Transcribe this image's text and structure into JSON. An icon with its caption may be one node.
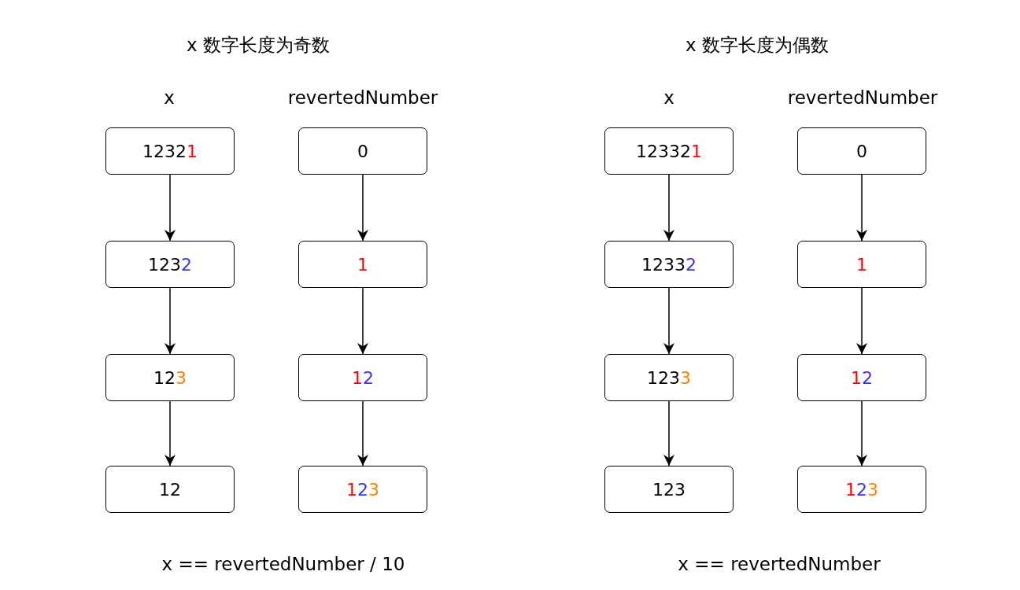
{
  "diagram": {
    "nodes": [
      {
        "text": [
          "12321"
        ]
      },
      {
        "text": [
          "1232"
        ]
      },
      {
        "text": [
          "123"
        ]
      },
      {
        "text": [
          "12"
        ]
      },
      {
        "text": [
          "0"
        ]
      },
      {
        "text": [
          "1"
        ]
      },
      {
        "text": [
          "12"
        ]
      },
      {
        "text": [
          "123"
        ]
      },
      {
        "text": [
          "123321"
        ]
      },
      {
        "text": [
          "12332"
        ]
      },
      {
        "text": [
          "1233"
        ]
      },
      {
        "text": [
          "123"
        ]
      },
      {
        "text": [
          "0"
        ]
      },
      {
        "text": [
          "1"
        ]
      },
      {
        "text": [
          "12"
        ]
      },
      {
        "text": [
          "123"
        ]
      }
    ],
    "edges": [
      {
        "from": 0,
        "to": 1,
        "arrow": "to"
      },
      {
        "from": 1,
        "to": 2,
        "arrow": "to"
      },
      {
        "from": 2,
        "to": 3,
        "arrow": "to"
      },
      {
        "from": 4,
        "to": 5,
        "arrow": "to"
      },
      {
        "from": 5,
        "to": 6,
        "arrow": "to"
      },
      {
        "from": 6,
        "to": 7,
        "arrow": "to"
      },
      {
        "from": 8,
        "to": 9,
        "arrow": "to"
      },
      {
        "from": 9,
        "to": 10,
        "arrow": "to"
      },
      {
        "from": 10,
        "to": 11,
        "arrow": "to"
      },
      {
        "from": 12,
        "to": 13,
        "arrow": "to"
      },
      {
        "from": 13,
        "to": 14,
        "arrow": "to"
      },
      {
        "from": 14,
        "to": 15,
        "arrow": "to"
      }
    ],
    "labels": [
      "x 数字长度为奇数",
      "x 数字长度为偶数",
      "x",
      "revertedNumber",
      "x",
      "revertedNumber",
      "x == revertedNumber / 10",
      "x == revertedNumber"
    ]
  }
}
